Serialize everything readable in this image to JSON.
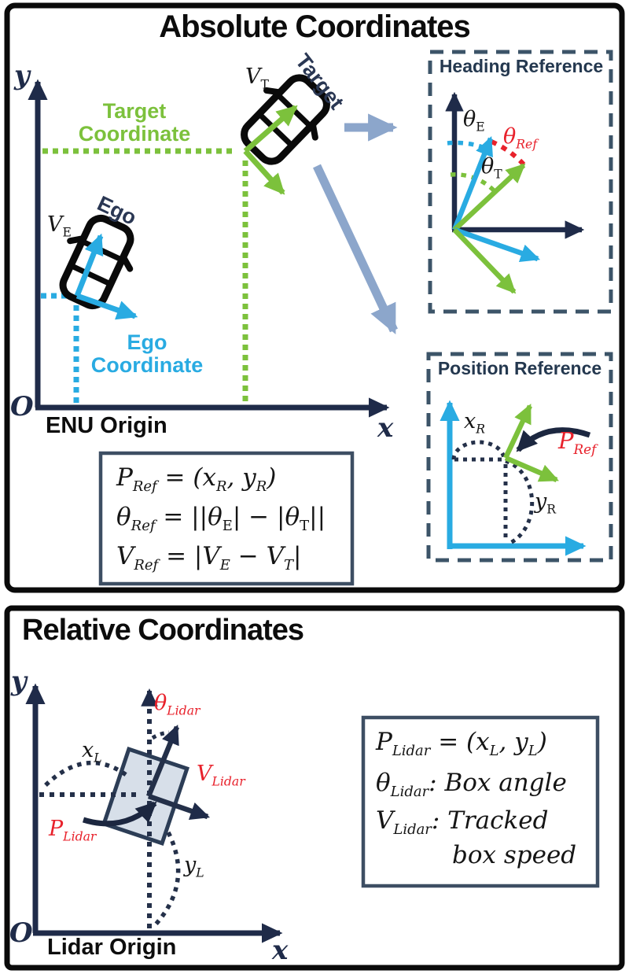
{
  "colors": {
    "navy": "#1f2b49",
    "slate_dash": "#3c5468",
    "cyan": "#29abe2",
    "green": "#7cc13c",
    "red": "#e8212b",
    "steel_arrow": "#8ca6cb",
    "box_fill": "#d7dfe9",
    "black": "#0c0c0c"
  },
  "absolute": {
    "title": "Absolute Coordinates",
    "axes": {
      "y": "y",
      "x": "x",
      "origin": "O",
      "origin_name": "ENU Origin"
    },
    "ego": {
      "name": "Ego",
      "velocity": {
        "base": "V",
        "sub": "E"
      },
      "coordinate_line1": "Ego",
      "coordinate_line2": "Coordinate"
    },
    "target": {
      "name": "Target",
      "velocity": {
        "base": "V",
        "sub": "T"
      },
      "coordinate_line1": "Target",
      "coordinate_line2": "Coordinate"
    },
    "heading_reference": {
      "title": "Heading Reference",
      "theta_e": {
        "base": "θ",
        "sub": "E"
      },
      "theta_ref": {
        "base": "θ",
        "sub": "Ref"
      },
      "theta_t": {
        "base": "θ",
        "sub": "T"
      }
    },
    "position_reference": {
      "title": "Position Reference",
      "x_r": {
        "base": "x",
        "sub": "R"
      },
      "y_r": {
        "base": "y",
        "sub": "R"
      },
      "p_ref": {
        "base": "P",
        "sub": "Ref"
      }
    },
    "formulas": [
      {
        "a": "P",
        "a_sub": "Ref",
        "b": " = (",
        "c": "x",
        "c_sub": "R",
        "d": ", ",
        "e": "y",
        "e_sub": "R",
        "f": ")"
      },
      {
        "a": "θ",
        "a_sub": "Ref",
        "b": " = ||",
        "c": "θ",
        "c_sub": "E",
        "d": "| − |",
        "e": "θ",
        "e_sub": "T",
        "f": "||"
      },
      {
        "a": "V",
        "a_sub": "Ref",
        "b": " = |",
        "c": "V",
        "c_sub": "E",
        "d": " − ",
        "e": "V",
        "e_sub": "T",
        "f": "|"
      }
    ]
  },
  "relative": {
    "title": "Relative Coordinates",
    "axes": {
      "y": "y",
      "x": "x",
      "origin": "O",
      "origin_name": "Lidar Origin"
    },
    "labels": {
      "theta": {
        "base": "θ",
        "sub": "Lidar"
      },
      "v": {
        "base": "V",
        "sub": "Lidar"
      },
      "p": {
        "base": "P",
        "sub": "Lidar"
      },
      "x_l": {
        "base": "x",
        "sub": "L"
      },
      "y_l": {
        "base": "y",
        "sub": "L"
      }
    },
    "formulas": [
      {
        "a": "P",
        "a_sub": "Lidar",
        "b": " = (",
        "c": "x",
        "c_sub": "L",
        "d": ", ",
        "e": "y",
        "e_sub": "L",
        "f": ")"
      },
      {
        "a": "θ",
        "a_sub": "Lidar",
        "b": ": Box angle"
      },
      {
        "a": "V",
        "a_sub": "Lidar",
        "b": ": Tracked"
      },
      {
        "b": "box speed"
      }
    ]
  }
}
